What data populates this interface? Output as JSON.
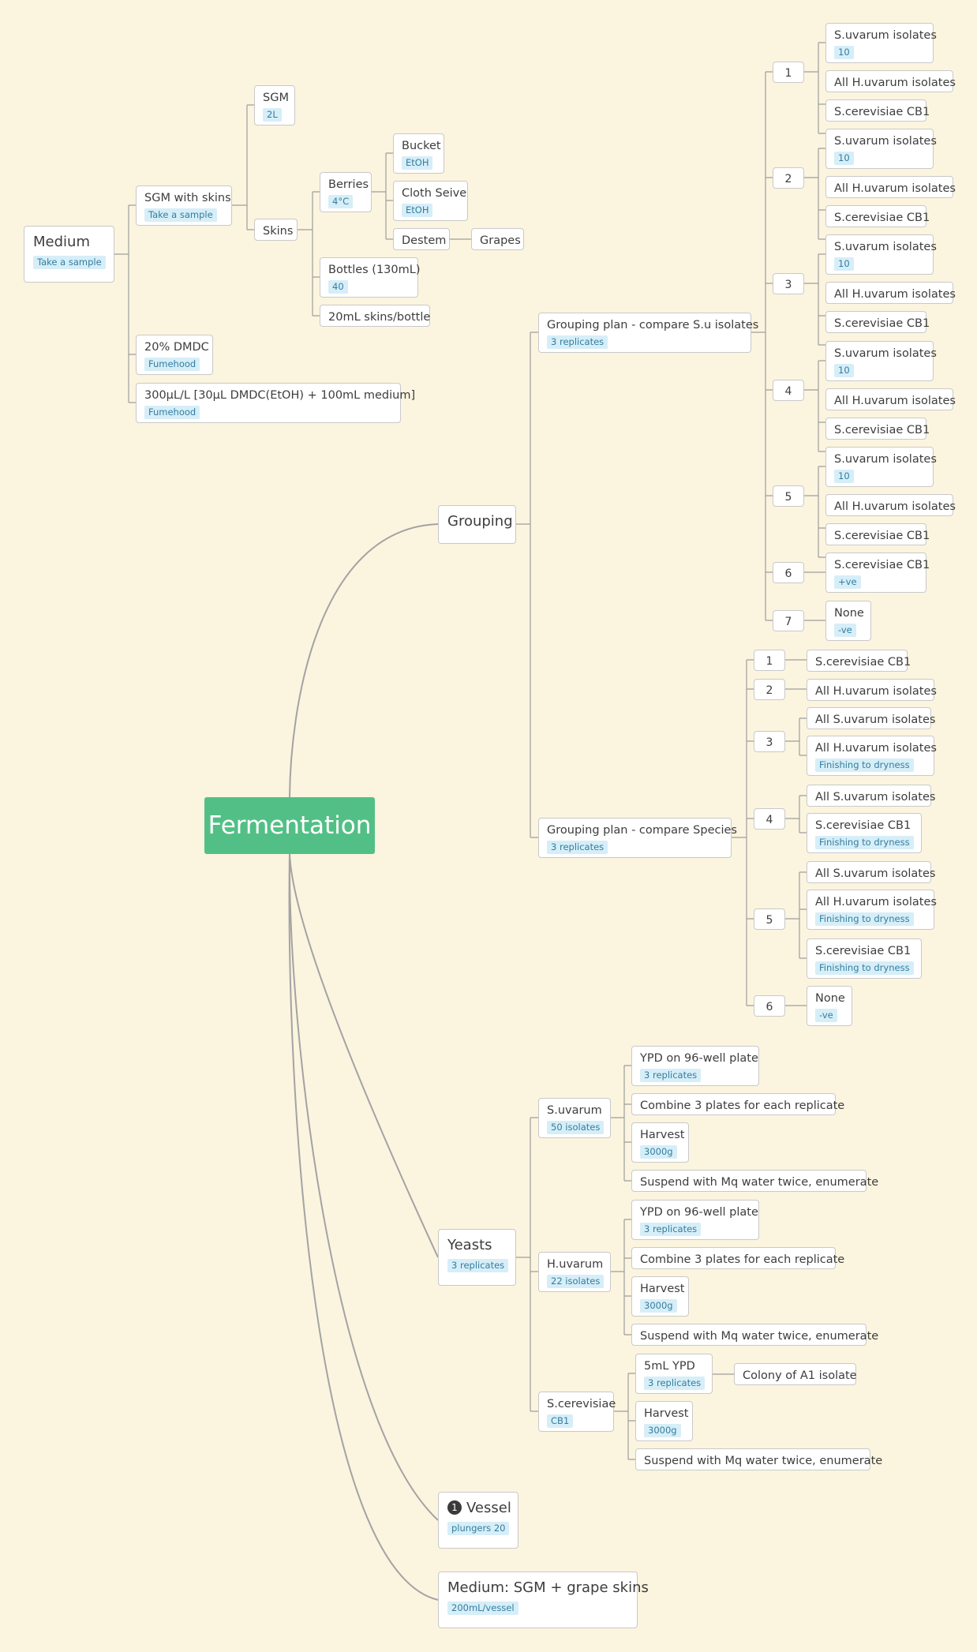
{
  "colors": {
    "background": "#fbf4df",
    "root": "#52c086",
    "node_border": "#c9c9c9",
    "tag_bg": "#d6eef8",
    "tag_text": "#347d9d",
    "curve": "#a3a3a3",
    "connector": "#9e9e9e"
  },
  "root": {
    "label": "Fermentation"
  },
  "medium": {
    "label": "Medium",
    "tag": "Take a sample",
    "sgm_with_skins": {
      "label": "SGM with skins",
      "tag": "Take a sample"
    },
    "sgm": {
      "label": "SGM",
      "tag": "2L"
    },
    "skins": {
      "label": "Skins"
    },
    "berries": {
      "label": "Berries",
      "tag": "4°C"
    },
    "bucket": {
      "label": "Bucket",
      "tag": "EtOH"
    },
    "cloth_seive": {
      "label": "Cloth Seive",
      "tag": "EtOH"
    },
    "destem": {
      "label": "Destem"
    },
    "grapes": {
      "label": "Grapes"
    },
    "bottles": {
      "label": "Bottles (130mL)",
      "tag": "40"
    },
    "skins_per_bottle": {
      "label": "20mL skins/bottle"
    },
    "dmdc": {
      "label": "20% DMDC",
      "tag": "Fumehood"
    },
    "dmdc_mix": {
      "label": "300µL/L [30µL DMDC(EtOH) + 100mL medium]",
      "tag": "Fumehood"
    }
  },
  "grouping": {
    "label": "Grouping",
    "plan_su": {
      "label": "Grouping plan - compare S.u isolates",
      "tag": "3 replicates",
      "groups": [
        {
          "index": "1",
          "items": [
            {
              "label": "S.uvarum isolates",
              "tag": "10"
            },
            {
              "label": "All  H.uvarum isolates"
            },
            {
              "label": "S.cerevisiae CB1"
            }
          ]
        },
        {
          "index": "2",
          "items": [
            {
              "label": "S.uvarum isolates",
              "tag": "10"
            },
            {
              "label": "All  H.uvarum isolates"
            },
            {
              "label": "S.cerevisiae CB1"
            }
          ]
        },
        {
          "index": "3",
          "items": [
            {
              "label": "S.uvarum isolates",
              "tag": "10"
            },
            {
              "label": "All  H.uvarum isolates"
            },
            {
              "label": "S.cerevisiae CB1"
            }
          ]
        },
        {
          "index": "4",
          "items": [
            {
              "label": "S.uvarum isolates",
              "tag": "10"
            },
            {
              "label": "All  H.uvarum isolates"
            },
            {
              "label": "S.cerevisiae CB1"
            }
          ]
        },
        {
          "index": "5",
          "items": [
            {
              "label": "S.uvarum isolates",
              "tag": "10"
            },
            {
              "label": "All  H.uvarum isolates"
            },
            {
              "label": "S.cerevisiae CB1"
            }
          ]
        },
        {
          "index": "6",
          "items": [
            {
              "label": "S.cerevisiae CB1",
              "tag": "+ve"
            }
          ]
        },
        {
          "index": "7",
          "items": [
            {
              "label": "None",
              "tag": "-ve"
            }
          ]
        }
      ]
    },
    "plan_species": {
      "label": "Grouping plan - compare Species",
      "tag": "3 replicates",
      "groups": [
        {
          "index": "1",
          "items": [
            {
              "label": "S.cerevisiae CB1"
            }
          ]
        },
        {
          "index": "2",
          "items": [
            {
              "label": "All  H.uvarum isolates"
            }
          ]
        },
        {
          "index": "3",
          "items": [
            {
              "label": "All S.uvarum isolates"
            },
            {
              "label": "All  H.uvarum isolates",
              "tag": "Finishing to dryness"
            }
          ]
        },
        {
          "index": "4",
          "items": [
            {
              "label": "All S.uvarum isolates"
            },
            {
              "label": "S.cerevisiae CB1",
              "tag": "Finishing to dryness"
            }
          ]
        },
        {
          "index": "5",
          "items": [
            {
              "label": "All S.uvarum isolates"
            },
            {
              "label": "All  H.uvarum isolates",
              "tag": "Finishing to dryness"
            },
            {
              "label": "S.cerevisiae CB1",
              "tag": "Finishing to dryness"
            }
          ]
        },
        {
          "index": "6",
          "items": [
            {
              "label": "None",
              "tag": "-ve"
            }
          ]
        }
      ]
    }
  },
  "yeasts": {
    "label": "Yeasts",
    "tag": "3 replicates",
    "suvarum": {
      "label": "S.uvarum",
      "tag": "50 isolates",
      "steps": [
        {
          "label": "YPD on 96-well plate",
          "tag": "3 replicates"
        },
        {
          "label": "Combine 3 plates for each replicate"
        },
        {
          "label": "Harvest",
          "tag": "3000g"
        },
        {
          "label": "Suspend with Mq water twice, enumerate"
        }
      ]
    },
    "huvarum": {
      "label": "H.uvarum",
      "tag": "22 isolates",
      "steps": [
        {
          "label": "YPD on 96-well plate",
          "tag": "3 replicates"
        },
        {
          "label": "Combine 3 plates for each replicate"
        },
        {
          "label": "Harvest",
          "tag": "3000g"
        },
        {
          "label": "Suspend with Mq water twice, enumerate"
        }
      ]
    },
    "scerevisiae": {
      "label": "S.cerevisiae",
      "tag": "CB1",
      "steps": [
        {
          "label": "5mL YPD",
          "tag": "3 replicates"
        },
        {
          "label": "Harvest",
          "tag": "3000g"
        },
        {
          "label": "Suspend with Mq water twice, enumerate"
        }
      ],
      "colony": {
        "label": "Colony of A1 isolate"
      }
    }
  },
  "vessel": {
    "label": "Vessel",
    "marker": "1",
    "tag": "plungers 20"
  },
  "medium_sgm": {
    "label": "Medium: SGM + grape skins",
    "tag": "200mL/vessel"
  }
}
